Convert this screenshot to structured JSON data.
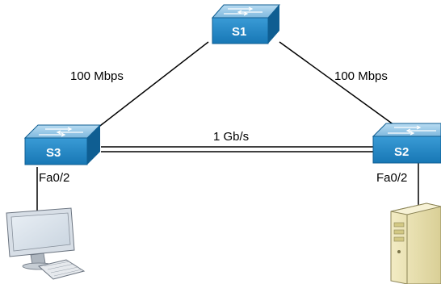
{
  "diagram": {
    "switches": {
      "s1": {
        "label": "S1"
      },
      "s2": {
        "label": "S2"
      },
      "s3": {
        "label": "S3"
      }
    },
    "links": {
      "s1_s3": {
        "speed": "100 Mbps"
      },
      "s1_s2": {
        "speed": "100 Mbps"
      },
      "s3_s2": {
        "speed": "1 Gb/s"
      }
    },
    "ports": {
      "s3_port": "Fa0/2",
      "s2_port": "Fa0/2"
    },
    "devices": {
      "pc": {
        "icon": "desktop-computer-icon"
      },
      "server": {
        "icon": "server-tower-icon"
      }
    },
    "colors": {
      "switch_top": "#8fc3e3",
      "switch_front": "#1f86c4",
      "switch_side": "#0f5e92",
      "link": "#000000"
    }
  }
}
